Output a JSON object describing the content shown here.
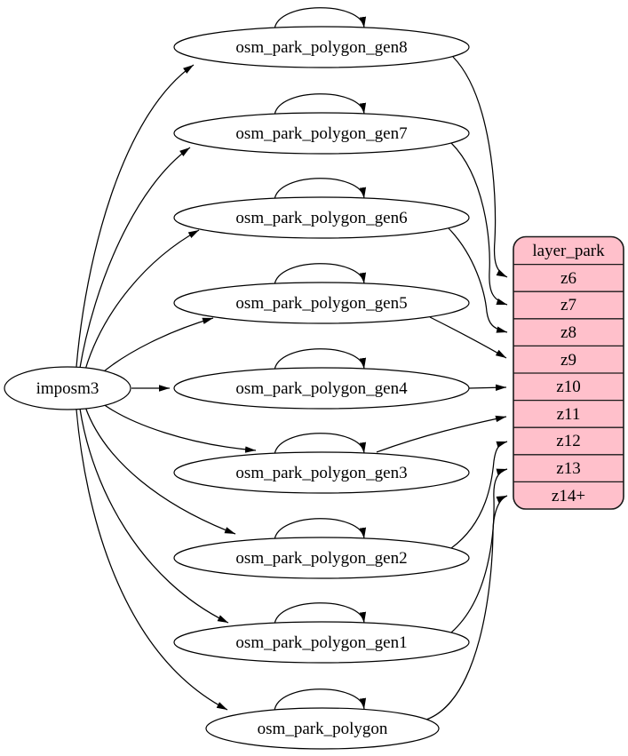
{
  "source_node": {
    "label": "imposm3"
  },
  "generalized_tables": [
    {
      "label": "osm_park_polygon_gen8",
      "self_loop": true,
      "feeds_row": "z6"
    },
    {
      "label": "osm_park_polygon_gen7",
      "self_loop": true,
      "feeds_row": "z7"
    },
    {
      "label": "osm_park_polygon_gen6",
      "self_loop": true,
      "feeds_row": "z8"
    },
    {
      "label": "osm_park_polygon_gen5",
      "self_loop": true,
      "feeds_row": "z9"
    },
    {
      "label": "osm_park_polygon_gen4",
      "self_loop": true,
      "feeds_row": "z10"
    },
    {
      "label": "osm_park_polygon_gen3",
      "self_loop": true,
      "feeds_row": "z11"
    },
    {
      "label": "osm_park_polygon_gen2",
      "self_loop": true,
      "feeds_row": "z12"
    },
    {
      "label": "osm_park_polygon_gen1",
      "self_loop": true,
      "feeds_row": "z13"
    },
    {
      "label": "osm_park_polygon",
      "self_loop": true,
      "feeds_row": "z14+"
    }
  ],
  "layer_table": {
    "title": "layer_park",
    "rows": [
      "z6",
      "z7",
      "z8",
      "z9",
      "z10",
      "z11",
      "z12",
      "z13",
      "z14+"
    ]
  },
  "colors": {
    "layer_table_fill": "#ffc0cb",
    "node_fill": "#ffffff",
    "stroke": "#000000",
    "background": "#ffffff"
  }
}
